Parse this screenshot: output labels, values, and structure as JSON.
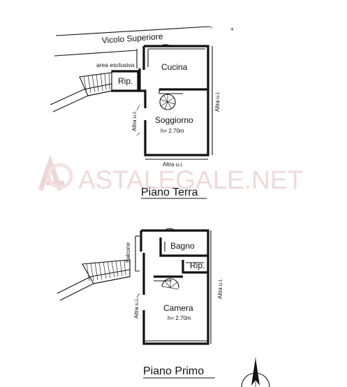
{
  "watermark": {
    "text": "ASTALEGALE.NET",
    "color": "#e8c8c8"
  },
  "street": {
    "label": "Vicolo Superiore"
  },
  "ground_floor": {
    "title": "Piano Terra",
    "exclusive_area": "area esclusiva",
    "rooms": [
      {
        "name": "Cucina"
      },
      {
        "name": "Rip."
      },
      {
        "name": "Soggiorno",
        "height": "h= 2.70m"
      }
    ],
    "neighbors": {
      "left": "Altra u.i.",
      "right": "Altra u.i.",
      "bottom": "Altra u.i."
    }
  },
  "first_floor": {
    "title": "Piano Primo",
    "balcony": "Balcone",
    "rooms": [
      {
        "name": "Bagno"
      },
      {
        "name": "Rip."
      },
      {
        "name": "Camera",
        "height": "h= 2.70m"
      }
    ],
    "neighbors": {
      "left": "Altra u.i.",
      "right": "Altra u.i."
    }
  },
  "north_arrow": {
    "icon": "north-arrow-icon"
  }
}
